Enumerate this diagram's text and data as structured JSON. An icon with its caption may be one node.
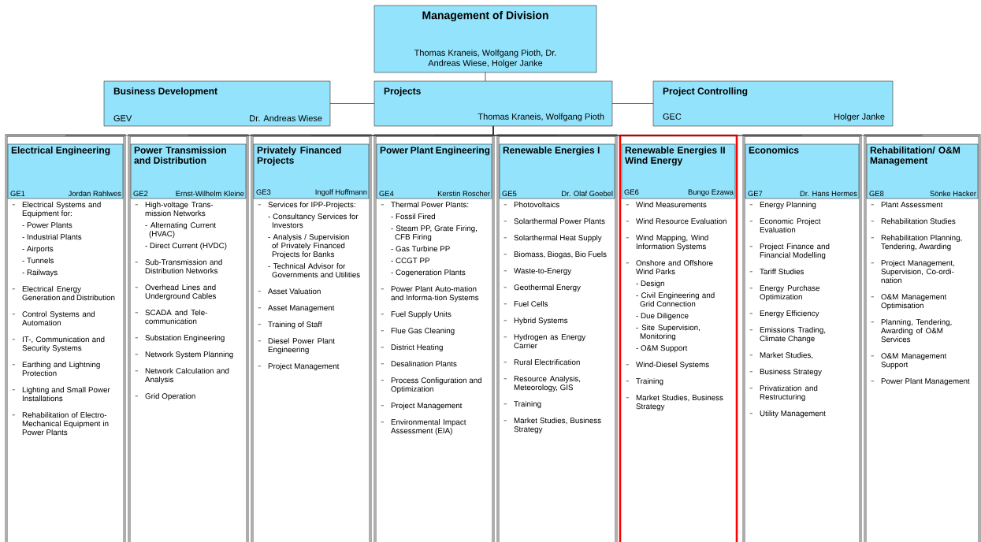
{
  "diagram": {
    "nodes": [
      {
        "text": [
          "Management of Division",
          "Thomas Kraneis, Wolfgang Pioth, Dr. Andreas Wiese, Holger Janke"
        ]
      },
      {
        "text": [
          "Business Development",
          "GEV",
          "Dr. Andreas Wiese"
        ]
      },
      {
        "text": [
          "Projects",
          "Thomas Kraneis, Wolfgang Pioth"
        ]
      },
      {
        "text": [
          "Project Controlling",
          "GEC",
          "Holger Janke"
        ]
      },
      {
        "text": [
          "Electrical Systems and Equipment for:",
          "- Power Plants",
          "- Industrial Plants",
          "- Airports",
          "- Tunnels",
          "- Railways",
          "Electrical Energy Generation and Distribution",
          "Control Systems and Automation",
          "IT-, Communication and Security Systems",
          "Earthing and Lightning Protection",
          "Lighting and Small Power Installations",
          "Rehabilitation of Electro-Mechanical Equipment in Power Plants"
        ]
      },
      {
        "text": [
          "Electrical Engineering",
          "GE1",
          "Jordan Rahlwes"
        ],
        "in": 4
      },
      {
        "text": [
          "High-voltage Trans-mission Networks",
          "- Alternating Current (HVAC)",
          "- Direct Current (HVDC)",
          "Sub-Transmission and Distribution Networks",
          "Overhead Lines and Underground Cables",
          "SCADA and Tele-communication",
          "Substation Engineering",
          "Network System Planning",
          "Network Calculation and Analysis",
          "Grid Operation"
        ]
      },
      {
        "text": [
          "Power Transmission and Distribution",
          "GE2",
          "Ernst-Wilhelm Kleine"
        ],
        "in": 6
      },
      {
        "text": [
          "Services for IPP-Projects:",
          "- Consultancy Services for Investors",
          "- Analysis / Supervision of Privately Financed Projects for Banks",
          "- Technical Advisor for Governments and Utilities",
          "Asset Valuation",
          "Asset Management",
          "Training of Staff",
          "Diesel Power Plant Engineering",
          "Project Management"
        ]
      },
      {
        "text": [
          "Privately Financed Projects",
          "GE3",
          "Ingolf Hoffmann"
        ],
        "in": 8
      },
      {
        "text": [
          "Thermal Power Plants:",
          "- Fossil Fired",
          "- Steam PP, Grate Firing, CFB Firing",
          "- Gas Turbine PP",
          "- CCGT PP",
          "- Cogeneration Plants",
          "Power Plant Auto-mation and Informa-tion Systems",
          "Fuel Supply Units",
          "Flue Gas Cleaning",
          "District Heating",
          "Desalination Plants",
          "Process Configuration and Optimization",
          "Project Management",
          "Environmental Impact Assessment (EIA)"
        ]
      },
      {
        "text": [
          "Power Plant Engineering",
          "GE4",
          "Kerstin Roscher"
        ],
        "in": 10
      },
      {
        "text": [
          "Photovoltaics",
          "Solarthermal Power Plants",
          "Solarthermal Heat Supply",
          "Biomass, Biogas, Bio Fuels",
          "Waste-to-Energy",
          "Geothermal Energy",
          "Fuel Cells",
          "Hybrid Systems",
          "Hydrogen as Energy Carrier",
          "Rural Electrification",
          "Resource Analysis, Meteorology, GIS",
          "Training",
          "Market Studies, Business Strategy"
        ]
      },
      {
        "text": [
          "Renewable Energies I",
          "GE5",
          "Dr. Olaf Goebel"
        ],
        "in": 12
      },
      {
        "text": [
          "Wind Measurements",
          "Wind Resource Evaluation",
          "Wind Mapping, Wind Information Systems",
          "Onshore and Offshore Wind Parks",
          "- Design",
          "- Civil Engineering and Grid Connection",
          "- Due Diligence",
          "- Site Supervision, Monitoring",
          "- O&M Support",
          "Wind-Diesel Systems",
          "Training",
          "Market Studies, Business Strategy"
        ]
      },
      {
        "text": [
          "Renewable Energies II Wind Energy",
          "GE6",
          "Bungo Ezawa"
        ],
        "in": 14
      },
      {
        "text": [
          "Energy Planning",
          "Economic Project Evaluation",
          "Project Finance and Financial Modelling",
          "Tariff Studies",
          "Energy Purchase Optimization",
          "Energy Efficiency",
          "Emissions Trading, Climate Change",
          "Market Studies,",
          "Business Strategy",
          "Privatization and Restructuring",
          "Utility Management"
        ]
      },
      {
        "text": [
          "Economics",
          "GE7",
          "Dr. Hans Hermes"
        ],
        "in": 16
      },
      {
        "text": [
          "Plant Assessment",
          "Rehabilitation Studies",
          "Rehabilitation Planning, Tendering, Awarding",
          "Project Management, Supervision, Co-ordi-nation",
          "O&M Management Optimisation",
          "Planning, Tendering, Awarding of O&M Services",
          "O&M Management Support",
          "Power Plant Management"
        ]
      },
      {
        "text": [
          "Rehabilitation/ O&M Management",
          "GE8",
          "Sönke Hacker"
        ],
        "in": 18
      }
    ],
    "edges": [
      {
        "from": 0,
        "to": 2,
        "arrow": "none"
      },
      {
        "from": 2,
        "to": 1,
        "arrow": "none"
      },
      {
        "from": 2,
        "to": 3,
        "arrow": "none"
      },
      {
        "from": 2,
        "to": 4,
        "arrow": "none"
      },
      {
        "from": 2,
        "to": 6,
        "arrow": "none"
      },
      {
        "from": 2,
        "to": 8,
        "arrow": "none"
      },
      {
        "from": 2,
        "to": 10,
        "arrow": "none"
      },
      {
        "from": 2,
        "to": 12,
        "arrow": "none"
      },
      {
        "from": 2,
        "to": 14,
        "arrow": "none"
      },
      {
        "from": 2,
        "to": 16,
        "arrow": "none"
      },
      {
        "from": 2,
        "to": 18,
        "arrow": "none"
      }
    ]
  }
}
